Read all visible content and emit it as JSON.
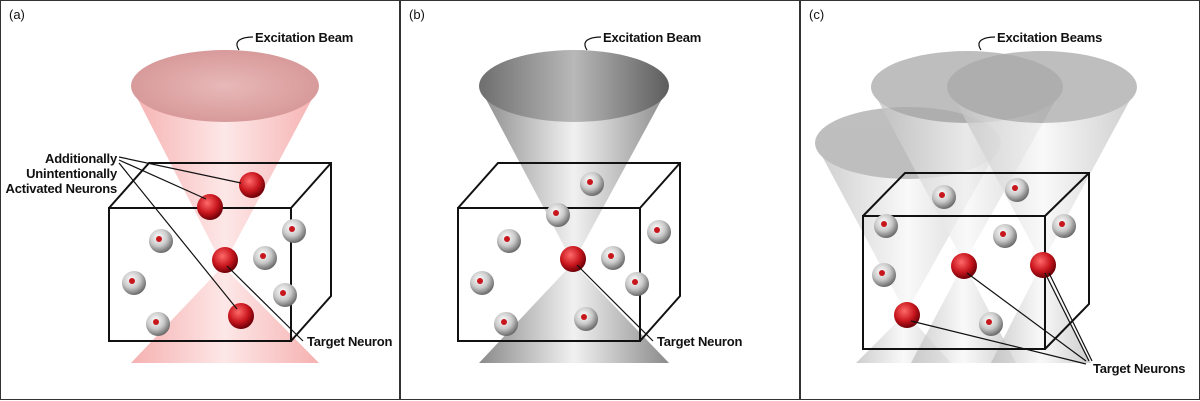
{
  "panels": [
    {
      "id": "a",
      "label": "(a)",
      "beam_label": "Excitation Beam",
      "target_label": "Target Neuron",
      "additional_label_lines": [
        "Additionally",
        "Unintentionally",
        "Activated Neurons"
      ],
      "beam_color": "#f08080"
    },
    {
      "id": "b",
      "label": "(b)",
      "beam_label": "Excitation Beam",
      "target_label": "Target Neuron",
      "beam_color": "#9a9a9a"
    },
    {
      "id": "c",
      "label": "(c)",
      "beam_label": "Excitation Beams",
      "target_label": "Target Neurons",
      "beam_color": "#b5b5b5"
    }
  ],
  "colors": {
    "neuron_red": "#c8161d",
    "neuron_silver": "#c0c0c0",
    "box_stroke": "#111111"
  }
}
